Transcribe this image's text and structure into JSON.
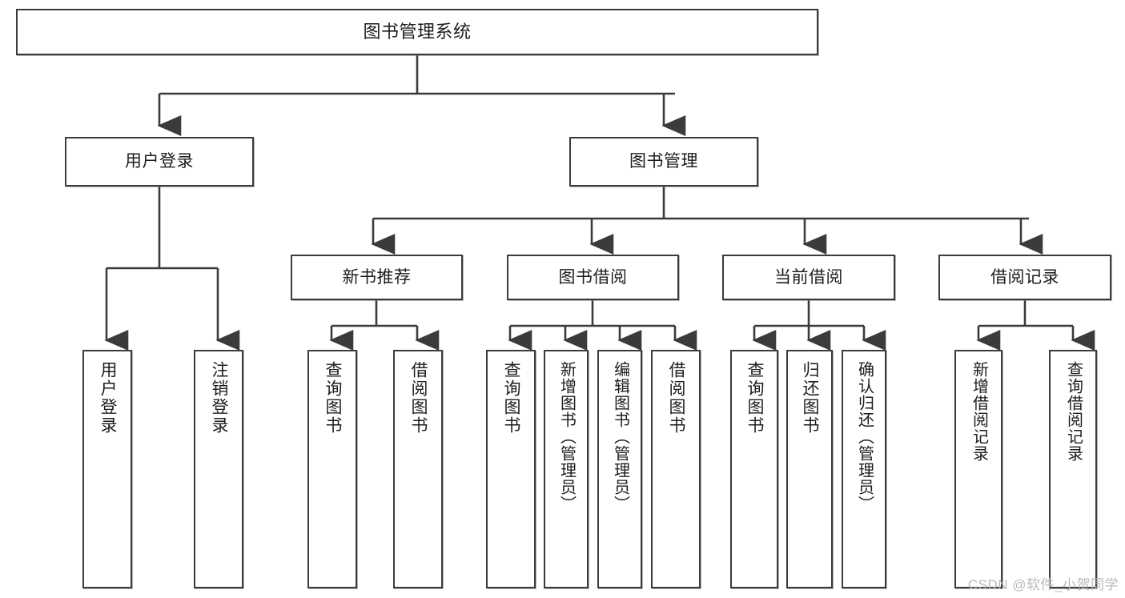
{
  "diagram": {
    "title": "图书管理系统",
    "type": "tree-hierarchy",
    "watermark": "CSDN @软件_小贺同学",
    "colors": {
      "border": "#3b3b3b",
      "background": "#ffffff",
      "text": "#1d1d1d",
      "connector": "#3b3b3b",
      "watermark": "#b9b9b9"
    },
    "root": {
      "label": "图书管理系统"
    },
    "level2": [
      {
        "label": "用户登录"
      },
      {
        "label": "图书管理"
      }
    ],
    "level3": [
      {
        "label": "新书推荐"
      },
      {
        "label": "图书借阅"
      },
      {
        "label": "当前借阅"
      },
      {
        "label": "借阅记录"
      }
    ],
    "leaves": {
      "user_login": [
        {
          "label": "用户登录"
        },
        {
          "label": "注销登录"
        }
      ],
      "new_book": [
        {
          "label": "查询图书"
        },
        {
          "label": "借阅图书"
        }
      ],
      "book_borrow": [
        {
          "label": "查询图书"
        },
        {
          "label": "新增图书（管理员）"
        },
        {
          "label": "编辑图书（管理员）"
        },
        {
          "label": "借阅图书"
        }
      ],
      "current_borrow": [
        {
          "label": "查询图书"
        },
        {
          "label": "归还图书"
        },
        {
          "label": "确认归还（管理员）"
        }
      ],
      "borrow_record": [
        {
          "label": "新增借阅记录"
        },
        {
          "label": "查询借阅记录"
        }
      ]
    }
  }
}
